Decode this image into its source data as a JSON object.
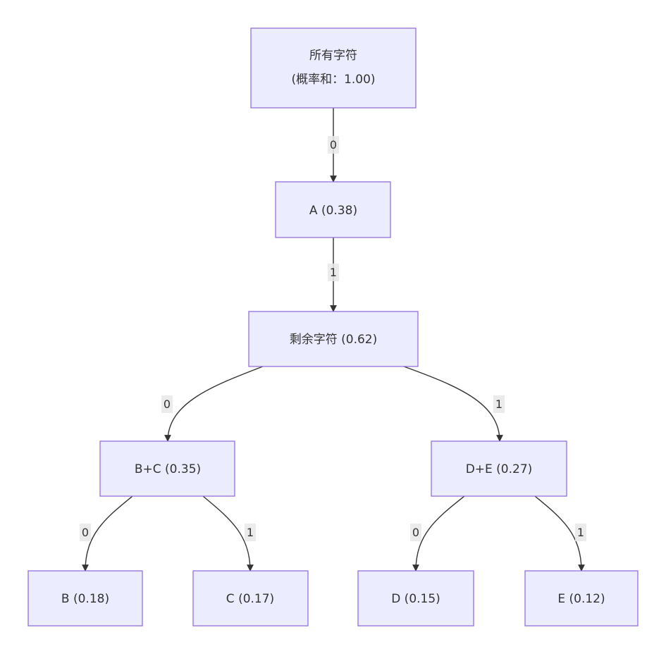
{
  "nodes": {
    "root": {
      "line1": "所有字符",
      "line2": "(概率和：1.00)"
    },
    "a": "A (0.38)",
    "rest": "剩余字符 (0.62)",
    "bc": "B+C (0.35)",
    "de": "D+E (0.27)",
    "b": "B (0.18)",
    "c": "C (0.17)",
    "d": "D (0.15)",
    "e": "E (0.12)"
  },
  "edges": {
    "root_a": "0",
    "a_rest": "1",
    "rest_bc": "0",
    "rest_de": "1",
    "bc_b": "0",
    "bc_c": "1",
    "de_d": "0",
    "de_e": "1"
  },
  "colors": {
    "node_fill": "#ececff",
    "node_border": "#9370db",
    "edge": "#333333",
    "label_bg": "#e8e8e8"
  }
}
